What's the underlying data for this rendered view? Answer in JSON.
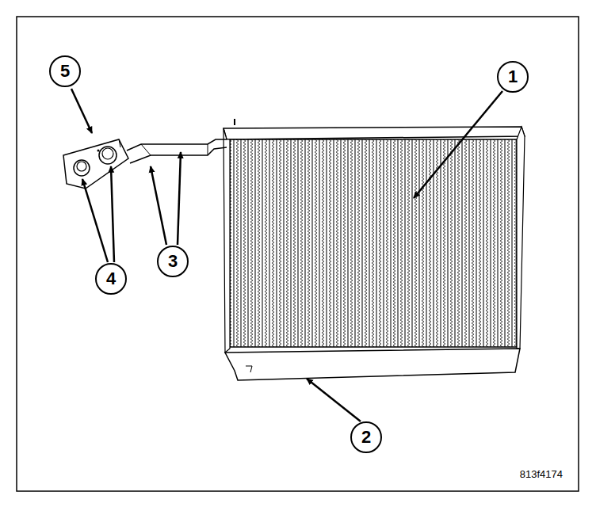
{
  "diagram": {
    "labels": [
      "5",
      "1",
      "3",
      "4",
      "2",
      "813f4174"
    ]
  }
}
